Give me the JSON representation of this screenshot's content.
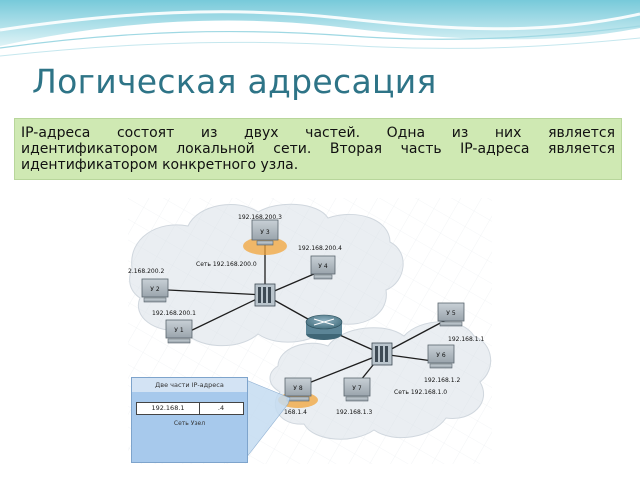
{
  "title": "Логическая адресация",
  "note": {
    "line1": "IP-адреса состоят из двух частей. Одна из них является",
    "line2": "идентификатором локальной сети. Вторая часть IP-адреса является",
    "line3": "идентификатором конкретного узла."
  },
  "colors": {
    "title": "#2e7487",
    "note_bg": "#cfe9b3",
    "cloud": "#e9edf1",
    "inset_bg": "#a7c9ec",
    "highlight": "#f2a43a"
  },
  "diagram": {
    "hosts": [
      {
        "id": "u3",
        "label": "У 3",
        "ip": "192.168.200.3"
      },
      {
        "id": "u4",
        "label": "У 4",
        "ip": "192.168.200.4"
      },
      {
        "id": "u2",
        "label": "У 2",
        "ip": "2.168.200.2"
      },
      {
        "id": "u1",
        "label": "У 1",
        "ip": "192.168.200.1"
      },
      {
        "id": "u5",
        "label": "У 5",
        "ip": "192.168.1.1"
      },
      {
        "id": "u6",
        "label": "У 6",
        "ip": "192.168.1.2"
      },
      {
        "id": "u7",
        "label": "У 7",
        "ip": "192.168.1.3"
      },
      {
        "id": "u8",
        "label": "У 8",
        "ip": "168.1.4"
      }
    ],
    "network_labels": {
      "net1": "Сеть 192.168.200.0",
      "net2": "Сеть 192.168.1.0"
    },
    "inset": {
      "title": "Две части IP-адреса",
      "network_part": "192.168.1",
      "host_part": ".4",
      "caption": "Сеть Узел"
    }
  }
}
